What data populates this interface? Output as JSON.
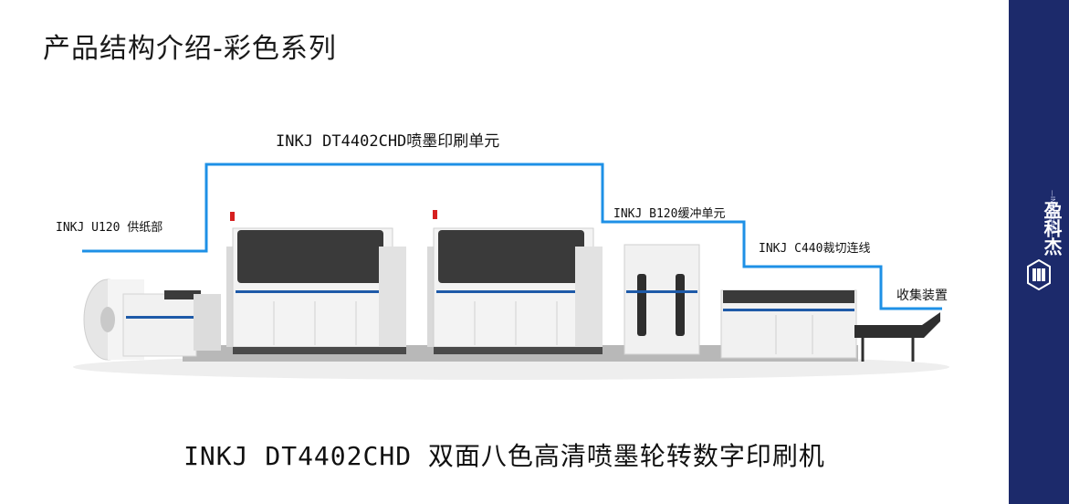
{
  "title": "产品结构介绍-彩色系列",
  "labels": {
    "print_unit": "INKJ DT4402CHD喷墨印刷单元",
    "feeder": "INKJ U120 供纸部",
    "buffer": "INKJ B120缓冲单元",
    "cutter": "INKJ C440裁切连线",
    "collector": "收集装置"
  },
  "caption": "INKJ DT4402CHD 双面八色高清喷墨轮转数字印刷机",
  "brand": {
    "logo_text": "盈科杰",
    "logo_sub": "—INKJ Digital—",
    "bar_color": "#1c2a6b"
  },
  "colors": {
    "leader_line": "#1e90e6"
  }
}
